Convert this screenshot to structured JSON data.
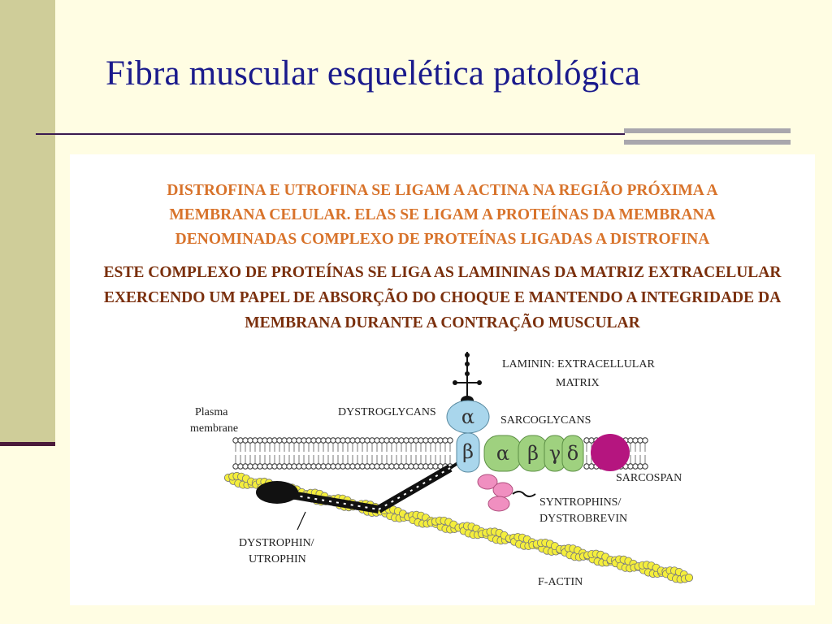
{
  "slide": {
    "title": "Fibra muscular esquelética patológica"
  },
  "caption": {
    "paragraph_1": [
      "DISTROFINA E UTROFINA SE LIGAM A ACTINA NA REGIÃO PRÓXIMA A",
      "MEMBRANA CELULAR. ELAS SE LIGAM A PROTEÍNAS DA MEMBRANA",
      "DENOMINADAS COMPLEXO DE PROTEÍNAS LIGADAS A DISTROFINA"
    ],
    "paragraph_2": [
      "ESTE COMPLEXO DE PROTEÍNAS SE LIGA AS LAMININAS DA MATRIZ EXTRACELULAR",
      "EXERCENDO UM PAPEL DE ABSORÇÃO DO CHOQUE E MANTENDO A INTEGRIDADE DA",
      "MEMBRANA DURANTE A CONTRAÇÃO MUSCULAR"
    ],
    "color_1": "#d8732b",
    "color_2": "#7a2f0c"
  },
  "diagram": {
    "labels": {
      "laminin_1": "LAMININ: EXTRACELLULAR",
      "laminin_2": "MATRIX",
      "plasma_1": "Plasma",
      "plasma_2": "membrane",
      "dystroglycans": "DYSTROGLYCANS",
      "sarcoglycans": "SARCOGLYCANS",
      "sarcospan": "SARCOSPAN",
      "syntrophins_1": "SYNTROPHINS/",
      "syntrophins_2": "DYSTROBREVIN",
      "dystrophin_1": "DYSTROPHIN/",
      "dystrophin_2": "UTROPHIN",
      "factin": "F-ACTIN"
    },
    "greek": {
      "alpha_dg": "α",
      "beta_dg": "β",
      "alpha_sg": "α",
      "beta_sg": "β",
      "gamma_sg": "γ",
      "delta_sg": "δ"
    },
    "colors": {
      "dystroglycan": "#a9d6ec",
      "sarcoglycan": "#9fd17f",
      "sarcospan": "#b5157f",
      "syntrophin": "#f08fc0",
      "actin": "#f4ee3c",
      "dystrophin": "#111111"
    }
  }
}
